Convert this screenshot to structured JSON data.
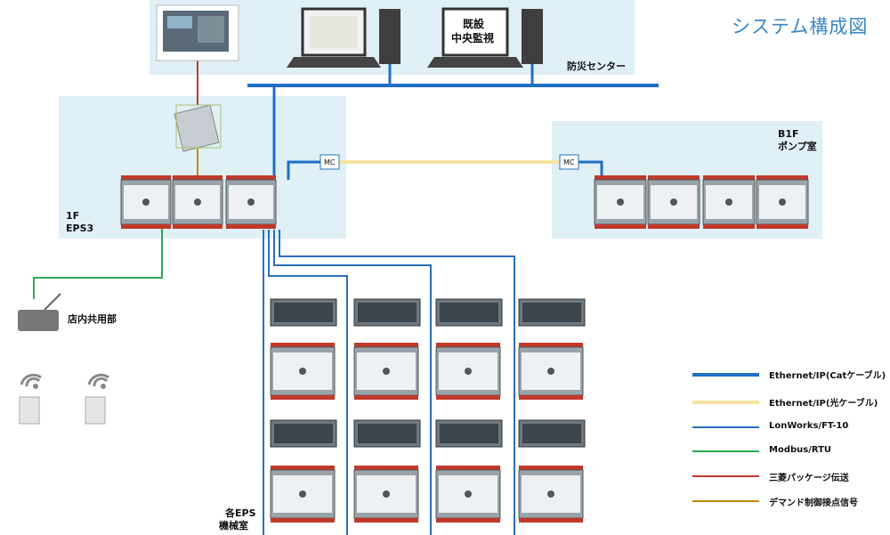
{
  "title": "システム構成図",
  "zones": {
    "center_label": "防災センター",
    "eps3_label_1": "1F",
    "eps3_label_2": "EPS3",
    "b1f_label_1": "B1F",
    "b1f_label_2": "ポンプ室",
    "store_label": "店内共用部",
    "eps_label_1": "各EPS",
    "eps_label_2": "機械室"
  },
  "monitor": {
    "line1": "既設",
    "line2": "中央監視"
  },
  "mc_labels": [
    "MC",
    "MC"
  ],
  "legend": [
    {
      "label": "Ethernet/IP(Catケーブル)",
      "color": "#1f6fc4"
    },
    {
      "label": "Ethernet/IP(光ケーブル)",
      "color": "#f7e3a0"
    },
    {
      "label": "LonWorks/FT-10",
      "color": "#2a6fbd"
    },
    {
      "label": "Modbus/RTU",
      "color": "#2fa84f"
    },
    {
      "label": "三菱パッケージ伝送",
      "color": "#c0392b"
    },
    {
      "label": "デマンド制御接点信号",
      "color": "#c8860a"
    }
  ]
}
